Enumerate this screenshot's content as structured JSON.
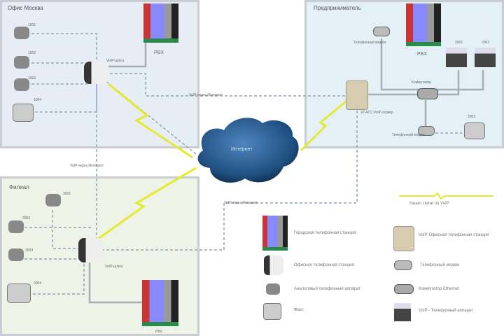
{
  "zones": {
    "moscow": {
      "title": "Офис Москва",
      "bg": "#e6edf5"
    },
    "entrepreneur": {
      "title": "Предприниматель",
      "bg": "#e3f1f7"
    },
    "branch": {
      "title": "Филиал",
      "bg": "#eef3e8"
    }
  },
  "cloud": {
    "label": "Интернет"
  },
  "moscow": {
    "phones": [
      "1001",
      "1002",
      "1003"
    ],
    "fax": "1004",
    "gateway": "VoIP-шлюз",
    "pbx": "PBX"
  },
  "entrepreneur": {
    "pbx": "PBX",
    "modem1": "Телефонный модем",
    "modem2": "Телефонный модем",
    "switch": "Коммутатор",
    "server": "IP-АТС VoIP-сервер",
    "ipphones": [
      "2001",
      "2002"
    ],
    "fax": "2003"
  },
  "branch": {
    "phones": [
      "3001",
      "3002",
      "3003"
    ],
    "fax": "3004",
    "gateway": "VoIP-шлюз",
    "pbx": "PBX"
  },
  "links": {
    "moscow_branch": "VoIP через Интернет",
    "moscow_entrepreneur": "VoIP через Интернет",
    "branch_entrepreneur": "VoIP через Интернет"
  },
  "legend": {
    "wireless": "Канал связи по VoIP",
    "items": [
      "Городская телефонная станция",
      "Офисная телефонная станция",
      "Аналоговый телефонный аппарат",
      "Факс",
      "VoIP-Офисная телефонная станция",
      "Телефонный модем",
      "Коммутатор Ethernet",
      "VoIP - Телефонный аппарат"
    ]
  }
}
